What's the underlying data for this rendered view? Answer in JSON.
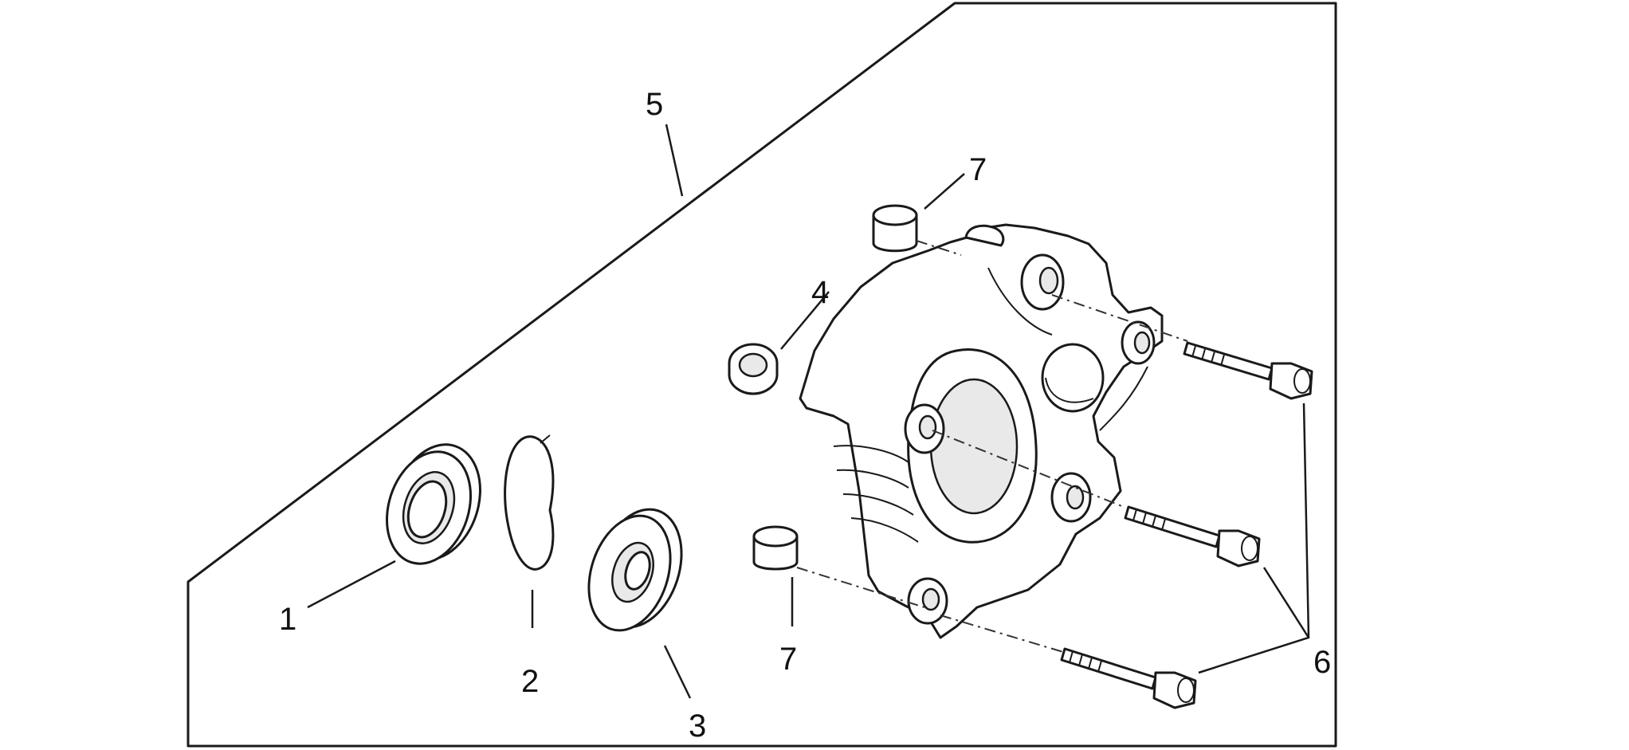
{
  "diagram": {
    "callouts": [
      {
        "id": "1",
        "label": "1",
        "part": "oil-seal"
      },
      {
        "id": "2",
        "label": "2",
        "part": "circlip"
      },
      {
        "id": "3",
        "label": "3",
        "part": "ball-bearing"
      },
      {
        "id": "4",
        "label": "4",
        "part": "roller-bearing"
      },
      {
        "id": "5",
        "label": "5",
        "part": "cover-assembly"
      },
      {
        "id": "6",
        "label": "6",
        "part": "bolts"
      },
      {
        "id": "7a",
        "label": "7",
        "part": "dowel-pin"
      },
      {
        "id": "7b",
        "label": "7",
        "part": "dowel-pin"
      }
    ]
  }
}
